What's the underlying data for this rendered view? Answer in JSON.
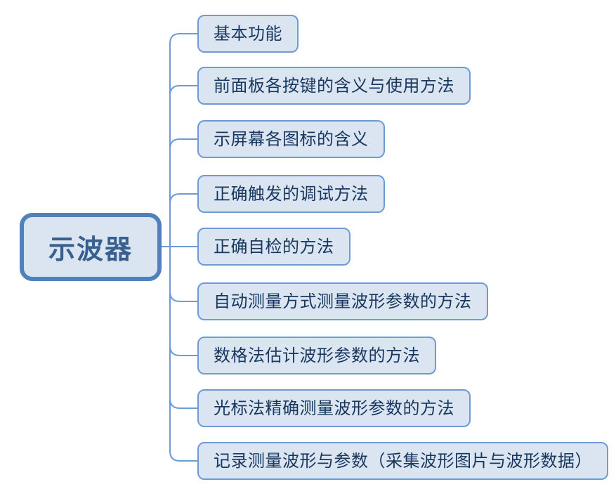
{
  "diagram": {
    "type": "mindmap",
    "root": {
      "label": "示波器"
    },
    "branches": [
      {
        "label": "基本功能"
      },
      {
        "label": "前面板各按键的含义与使用方法"
      },
      {
        "label": "示屏幕各图标的含义"
      },
      {
        "label": "正确触发的调试方法"
      },
      {
        "label": "正确自检的方法"
      },
      {
        "label": "自动测量方式测量波形参数的方法"
      },
      {
        "label": "数格法估计波形参数的方法"
      },
      {
        "label": "光标法精确测量波形参数的方法"
      },
      {
        "label": "记录测量波形与参数（采集波形图片与波形数据）"
      }
    ],
    "colors": {
      "background": "#ffffff",
      "root_border": "#4f81bd",
      "root_text": "#376091",
      "node_fill": "#dbe5f1",
      "node_border": "#6d9bd4",
      "node_text": "#17375e",
      "connector": "#6d9bd4"
    }
  }
}
